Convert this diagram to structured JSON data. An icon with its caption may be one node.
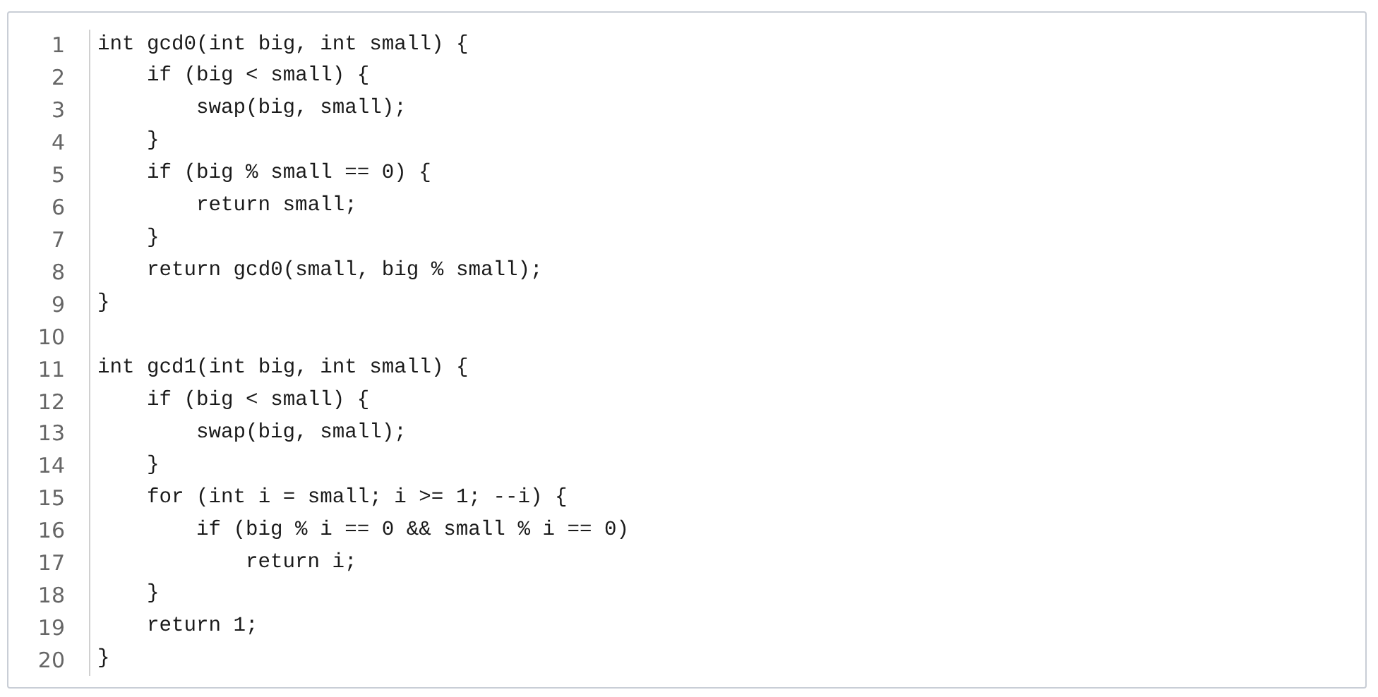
{
  "diagram": {
    "labels": [
      "1",
      "int gcd0(int big, int small) {",
      "2",
      "if (big < small) {",
      "3",
      "swap(big, small);",
      "4",
      "}",
      "5",
      "if (big % small == 0) {",
      "6",
      "return small;",
      "7",
      "}",
      "8",
      "return gcd0(small, big % small);",
      "9",
      "}",
      "10",
      "11",
      "int gcd1(int big, int small) {",
      "12",
      "if (big < small) {",
      "13",
      "swap(big, small);",
      "14",
      "}",
      "15",
      "for (int i = small; i >= 1; --i) {",
      "16",
      "if (big % i == 0 && small % i == 0)",
      "17",
      "return i;",
      "18",
      "}",
      "19",
      "return 1;",
      "20",
      "}"
    ]
  }
}
